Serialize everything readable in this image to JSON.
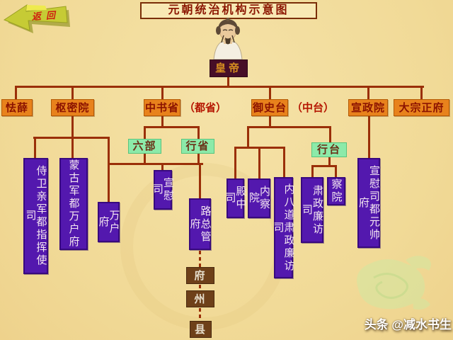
{
  "header": {
    "back_label": "返回",
    "title": "元朝统治机构示意图"
  },
  "watermark": "头条 @减水书生",
  "diagram": {
    "emperor": "皇帝",
    "row1": {
      "qiexue": "怯薛",
      "shumiyuan": "枢密院",
      "zhongshusheng": "中书省",
      "zhongshusheng_note": "（都省）",
      "yushitai": "御史台",
      "yushitai_note": "（中台）",
      "xuanzhengyuan": "宣政院",
      "dazongzhengfu": "大宗正府"
    },
    "green": {
      "liubu": "六部",
      "xingsheng": "行省",
      "xingtai": "行台"
    },
    "purple": {
      "shiwei": "侍卫亲军都指挥使司",
      "mengguj": "蒙古军都万户府",
      "wanhufu": "万户府",
      "xuanweisi": "宣慰司",
      "luzongguanfu": "路总管府",
      "dianzhongsi": "殿中司",
      "neichayuan": "内察院",
      "neibadao": "内八道肃政廉访司",
      "suzheng": "肃政廉访司",
      "chayuan": "察院",
      "xuanweisidu": "宣慰司都元帅府"
    },
    "brown": {
      "fu": "府",
      "zhou": "州",
      "xian": "县"
    }
  },
  "colors": {
    "background": "#f2dc9c",
    "box_orange": "#e8821c",
    "box_purple": "#5318ae",
    "box_green": "#8ceaa9",
    "box_brown": "#6e4019",
    "box_emperor": "#470e27",
    "connector_line": "#9a2f08",
    "title_text": "#8b1500",
    "back_button": "#c6cb35"
  }
}
